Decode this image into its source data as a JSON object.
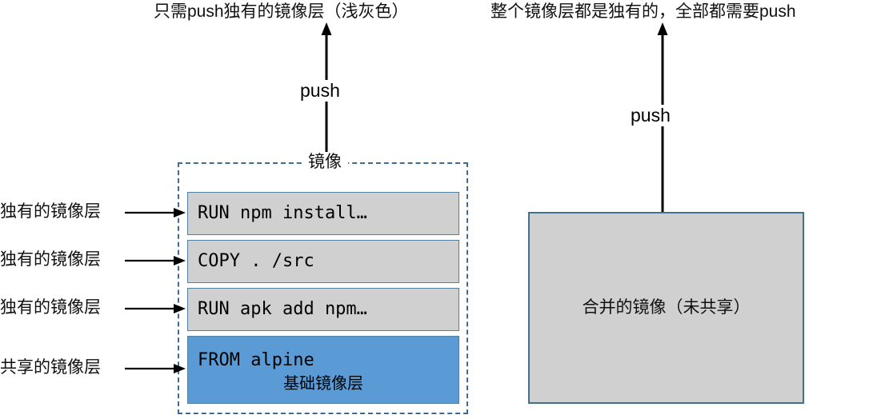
{
  "headings": {
    "left": "只需push独有的镜像层（浅灰色）",
    "right": "整个镜像层都是独有的，全部都需要push"
  },
  "arrows": {
    "left_push_label": "push",
    "right_push_label": "push"
  },
  "left_diagram": {
    "container_label": "镜像",
    "layers": [
      {
        "code": "RUN npm install…",
        "fill": "gray",
        "annotation": "独有的镜像层"
      },
      {
        "code": "COPY . /src",
        "fill": "gray",
        "annotation": "独有的镜像层"
      },
      {
        "code": "RUN apk add npm…",
        "fill": "gray",
        "annotation": "独有的镜像层"
      },
      {
        "code": "FROM alpine",
        "sub": "基础镜像层",
        "fill": "blue",
        "annotation": "共享的镜像层"
      }
    ]
  },
  "right_diagram": {
    "merged_label": "合并的镜像（未共享）"
  },
  "colors": {
    "layer_gray_fill": "#d0d0d0",
    "layer_blue_fill": "#5b9bd5",
    "layer_border": "#52809f",
    "dashed_border": "#3f6a94",
    "merged_border": "#42718f",
    "arrow": "#000000",
    "text": "#111111"
  }
}
